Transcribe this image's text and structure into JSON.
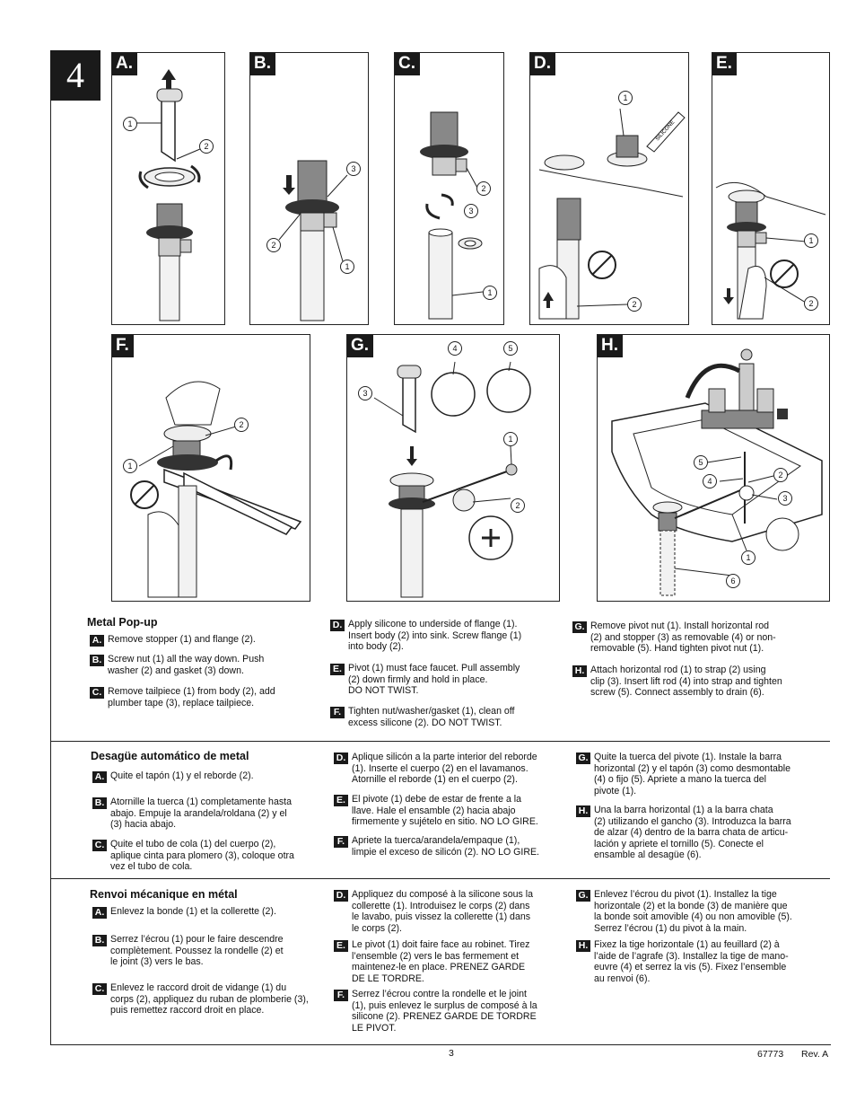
{
  "step_number": "4",
  "panels": {
    "a": {
      "label": "A.",
      "callouts": [
        "1",
        "2"
      ]
    },
    "b": {
      "label": "B.",
      "callouts": [
        "3",
        "2",
        "1"
      ]
    },
    "c": {
      "label": "C.",
      "callouts": [
        "2",
        "3",
        "1"
      ]
    },
    "d": {
      "label": "D.",
      "callouts": [
        "1",
        "2"
      ],
      "tube_text": "SILICONE"
    },
    "e": {
      "label": "E.",
      "callouts": [
        "1",
        "2"
      ]
    },
    "f": {
      "label": "F.",
      "callouts": [
        "2",
        "1"
      ]
    },
    "g": {
      "label": "G.",
      "callouts": [
        "4",
        "5",
        "3",
        "1",
        "2"
      ]
    },
    "h": {
      "label": "H.",
      "callouts": [
        "5",
        "4",
        "2",
        "3",
        "1",
        "6"
      ]
    }
  },
  "english": {
    "title": "Metal Pop-up",
    "col1": [
      {
        "badge": "A.",
        "text": "Remove stopper (1) and flange (2)."
      },
      {
        "badge": "B.",
        "text": "Screw nut (1) all the way down. Push\nwasher (2) and gasket (3) down."
      },
      {
        "badge": "C.",
        "text": "Remove tailpiece (1) from body (2), add\nplumber tape (3), replace tailpiece."
      }
    ],
    "col2": [
      {
        "badge": "D.",
        "text": "Apply silicone to underside of flange (1).\nInsert body (2) into sink. Screw flange (1)\ninto body (2)."
      },
      {
        "badge": "E.",
        "text": "Pivot (1) must face faucet. Pull assembly\n(2) down firmly and hold in place.\nDO NOT TWIST."
      },
      {
        "badge": "F.",
        "text": "Tighten nut/washer/gasket (1), clean off\nexcess silicone (2). DO NOT TWIST."
      }
    ],
    "col3": [
      {
        "badge": "G.",
        "text": "Remove pivot nut (1). Install horizontal rod\n(2) and stopper (3) as removable (4) or non-\nremovable (5). Hand tighten pivot nut (1)."
      },
      {
        "badge": "H.",
        "text": "Attach horizontal rod (1) to strap (2) using\nclip (3). Insert lift rod (4) into strap and tighten\nscrew (5). Connect assembly to drain (6)."
      }
    ]
  },
  "spanish": {
    "title": "Desagüe automático de metal",
    "col1": [
      {
        "badge": "A.",
        "text": "Quite el tapón (1) y el reborde (2)."
      },
      {
        "badge": "B.",
        "text": "Atornille la tuerca (1) completamente hasta\nabajo. Empuje la arandela/roldana (2) y el\n(3) hacia abajo."
      },
      {
        "badge": "C.",
        "text": "Quite el tubo de cola (1) del cuerpo (2),\naplique cinta para plomero (3), coloque otra\nvez el tubo de cola."
      }
    ],
    "col2": [
      {
        "badge": "D.",
        "text": "Aplique silicón a la parte interior del reborde\n(1). Inserte el cuerpo (2) en el lavamanos.\nAtornille el reborde (1) en el cuerpo (2)."
      },
      {
        "badge": "E.",
        "text": "El pivote (1) debe de estar de frente a la\nllave. Hale el ensamble (2) hacia abajo\nfirmemente y sujételo en sitio. NO LO GIRE."
      },
      {
        "badge": "F.",
        "text": "Apriete la tuerca/arandela/empaque (1),\nlimpie el exceso de silicón (2). NO LO GIRE."
      }
    ],
    "col3": [
      {
        "badge": "G.",
        "text": "Quite la tuerca del pivote (1). Instale la barra\nhorizontal (2) y el tapón (3) como desmontable\n(4) o fijo (5). Apriete a mano la tuerca del\npivote (1)."
      },
      {
        "badge": "H.",
        "text": "Una la barra horizontal (1) a la barra chata\n(2) utilizando el gancho (3). Introduzca la barra\nde alzar (4) dentro de la barra chata de articu-\nlación y apriete el tornillo (5). Conecte el\nensamble al desagüe (6)."
      }
    ]
  },
  "french": {
    "title": "Renvoi mécanique en métal",
    "col1": [
      {
        "badge": "A.",
        "text": "Enlevez la bonde (1) et la collerette (2)."
      },
      {
        "badge": "B.",
        "text": "Serrez l’écrou (1) pour le faire descendre\ncomplètement. Poussez la rondelle (2) et\nle joint (3) vers le bas."
      },
      {
        "badge": "C.",
        "text": "Enlevez le raccord droit de vidange (1) du\ncorps (2), appliquez du ruban de plomberie (3),\npuis remettez raccord droit en place."
      }
    ],
    "col2": [
      {
        "badge": "D.",
        "text": "Appliquez du composé à la silicone sous la\ncollerette (1). Introduisez le corps (2) dans\nle lavabo, puis vissez la collerette (1) dans\nle corps (2)."
      },
      {
        "badge": "E.",
        "text": "Le pivot (1) doit faire face au robinet. Tirez\nl’ensemble (2) vers le bas fermement et\nmaintenez-le en place. PRENEZ GARDE\nDE LE TORDRE."
      },
      {
        "badge": "F.",
        "text": "Serrez l’écrou contre la rondelle et le joint\n(1), puis enlevez le surplus de composé à la\nsilicone (2). PRENEZ GARDE DE TORDRE\nLE PIVOT."
      }
    ],
    "col3": [
      {
        "badge": "G.",
        "text": "Enlevez l’écrou du pivot (1). Installez la tige\nhorizontale (2) et la bonde (3) de manière que\nla bonde soit amovible (4) ou non amovible (5).\nSerrez l’écrou (1) du pivot à la main."
      },
      {
        "badge": "H.",
        "text": "Fixez la tige horizontale (1) au feuillard (2) à\nl’aide de l’agrafe (3). Installez la tige de mano-\neuvre (4) et serrez la vis (5). Fixez l’ensemble\nau renvoi (6)."
      }
    ]
  },
  "footer": {
    "page": "3",
    "doc_number": "67773",
    "revision": "Rev. A"
  }
}
